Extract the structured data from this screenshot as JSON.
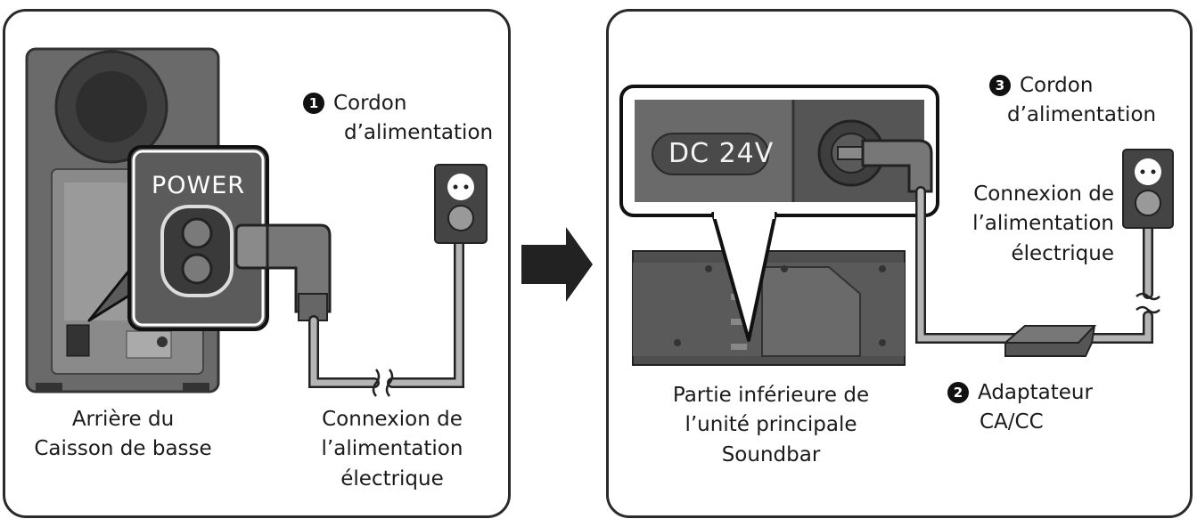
{
  "left_panel": {
    "power_label": "POWER",
    "cord_number": "1",
    "cord_label": [
      "Cordon",
      "d’alimentation"
    ],
    "subwoofer_caption": [
      "Arrière du",
      "Caisson de basse"
    ],
    "outlet_caption": [
      "Connexion de",
      "l’alimentation",
      "électrique"
    ]
  },
  "right_panel": {
    "dc_label": "DC 24V",
    "cord_number": "3",
    "cord_label": [
      "Cordon",
      "d’alimentation"
    ],
    "outlet_caption": [
      "Connexion de",
      "l’alimentation",
      "électrique"
    ],
    "soundbar_caption": [
      "Partie inférieure de",
      "l’unité principale",
      "Soundbar"
    ],
    "adapter_number": "2",
    "adapter_caption": [
      "Adaptateur",
      "CA/CC"
    ]
  },
  "colors": {
    "device_dark": "#5b5b5b",
    "device_mid": "#8a8a8a",
    "cable": "#b5b5b5",
    "outline": "#2a2a2a"
  }
}
